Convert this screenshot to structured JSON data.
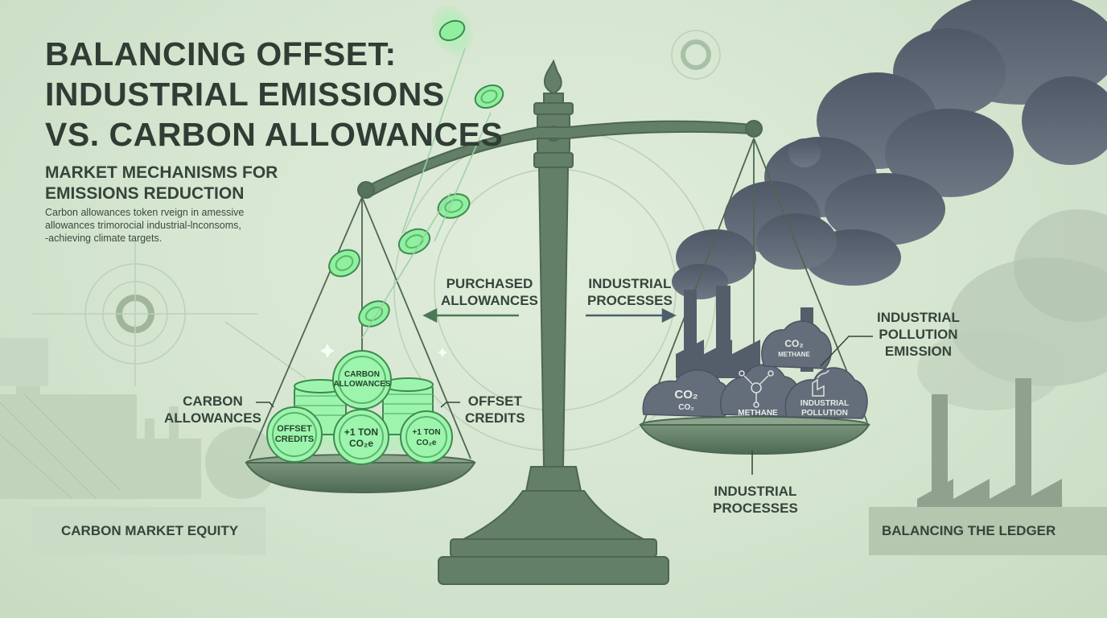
{
  "title_lines": [
    "BALANCING OFFSET:",
    "INDUSTRIAL EMISSIONS",
    "VS. CARBON ALLOWANCES"
  ],
  "subtitle_lines": [
    "MARKET MECHANISMS FOR",
    "EMISSIONS REDUCTION"
  ],
  "description_lines": [
    "Carbon allowances token rveign in amessive",
    "allowances trimorocial industrial-lnconsoms,",
    "-achieving climate targets."
  ],
  "labels": {
    "purchased_allowances": [
      "PURCHASED",
      "ALLOWANCES"
    ],
    "industrial_processes_top": [
      "INDUSTRIAL",
      "PROCESSES"
    ],
    "industrial_pollution_emission": [
      "INDUSTRIAL",
      "POLLUTION",
      "EMISSION"
    ],
    "carbon_allowances": [
      "CARBON",
      "ALLOWANCES"
    ],
    "offset_credits": [
      "OFFSET",
      "CREDITS"
    ],
    "industrial_processes_bottom": [
      "INDUSTRIAL",
      "PROCESSES"
    ]
  },
  "coins": {
    "top": [
      "CARBON",
      "ALLOWANCES"
    ],
    "left": [
      "OFFSET",
      "CREDITS"
    ],
    "middle": [
      "+1 TON",
      "CO₂e"
    ],
    "right": [
      "+1 TON",
      "CO₂e"
    ]
  },
  "clouds": {
    "left": [
      "CO₂",
      "CO₂"
    ],
    "top": [
      "CO₂",
      "METHANE"
    ],
    "middle": [
      "METHANE"
    ],
    "right": [
      "INDUSTRIAL",
      "POLLUTION"
    ]
  },
  "footer": {
    "left": "CARBON MARKET EQUITY",
    "right": "BALANCING THE LEDGER"
  },
  "icons": [
    "sparkle-icon",
    "molecule-icon",
    "factory-icon",
    "arrow-left-icon",
    "arrow-right-icon"
  ],
  "colors": {
    "background": "#d6e6d1",
    "scale": "#5f7f64",
    "coin": "#8ff0a0",
    "smoke": "#5c6675",
    "text": "#2f3d35"
  }
}
